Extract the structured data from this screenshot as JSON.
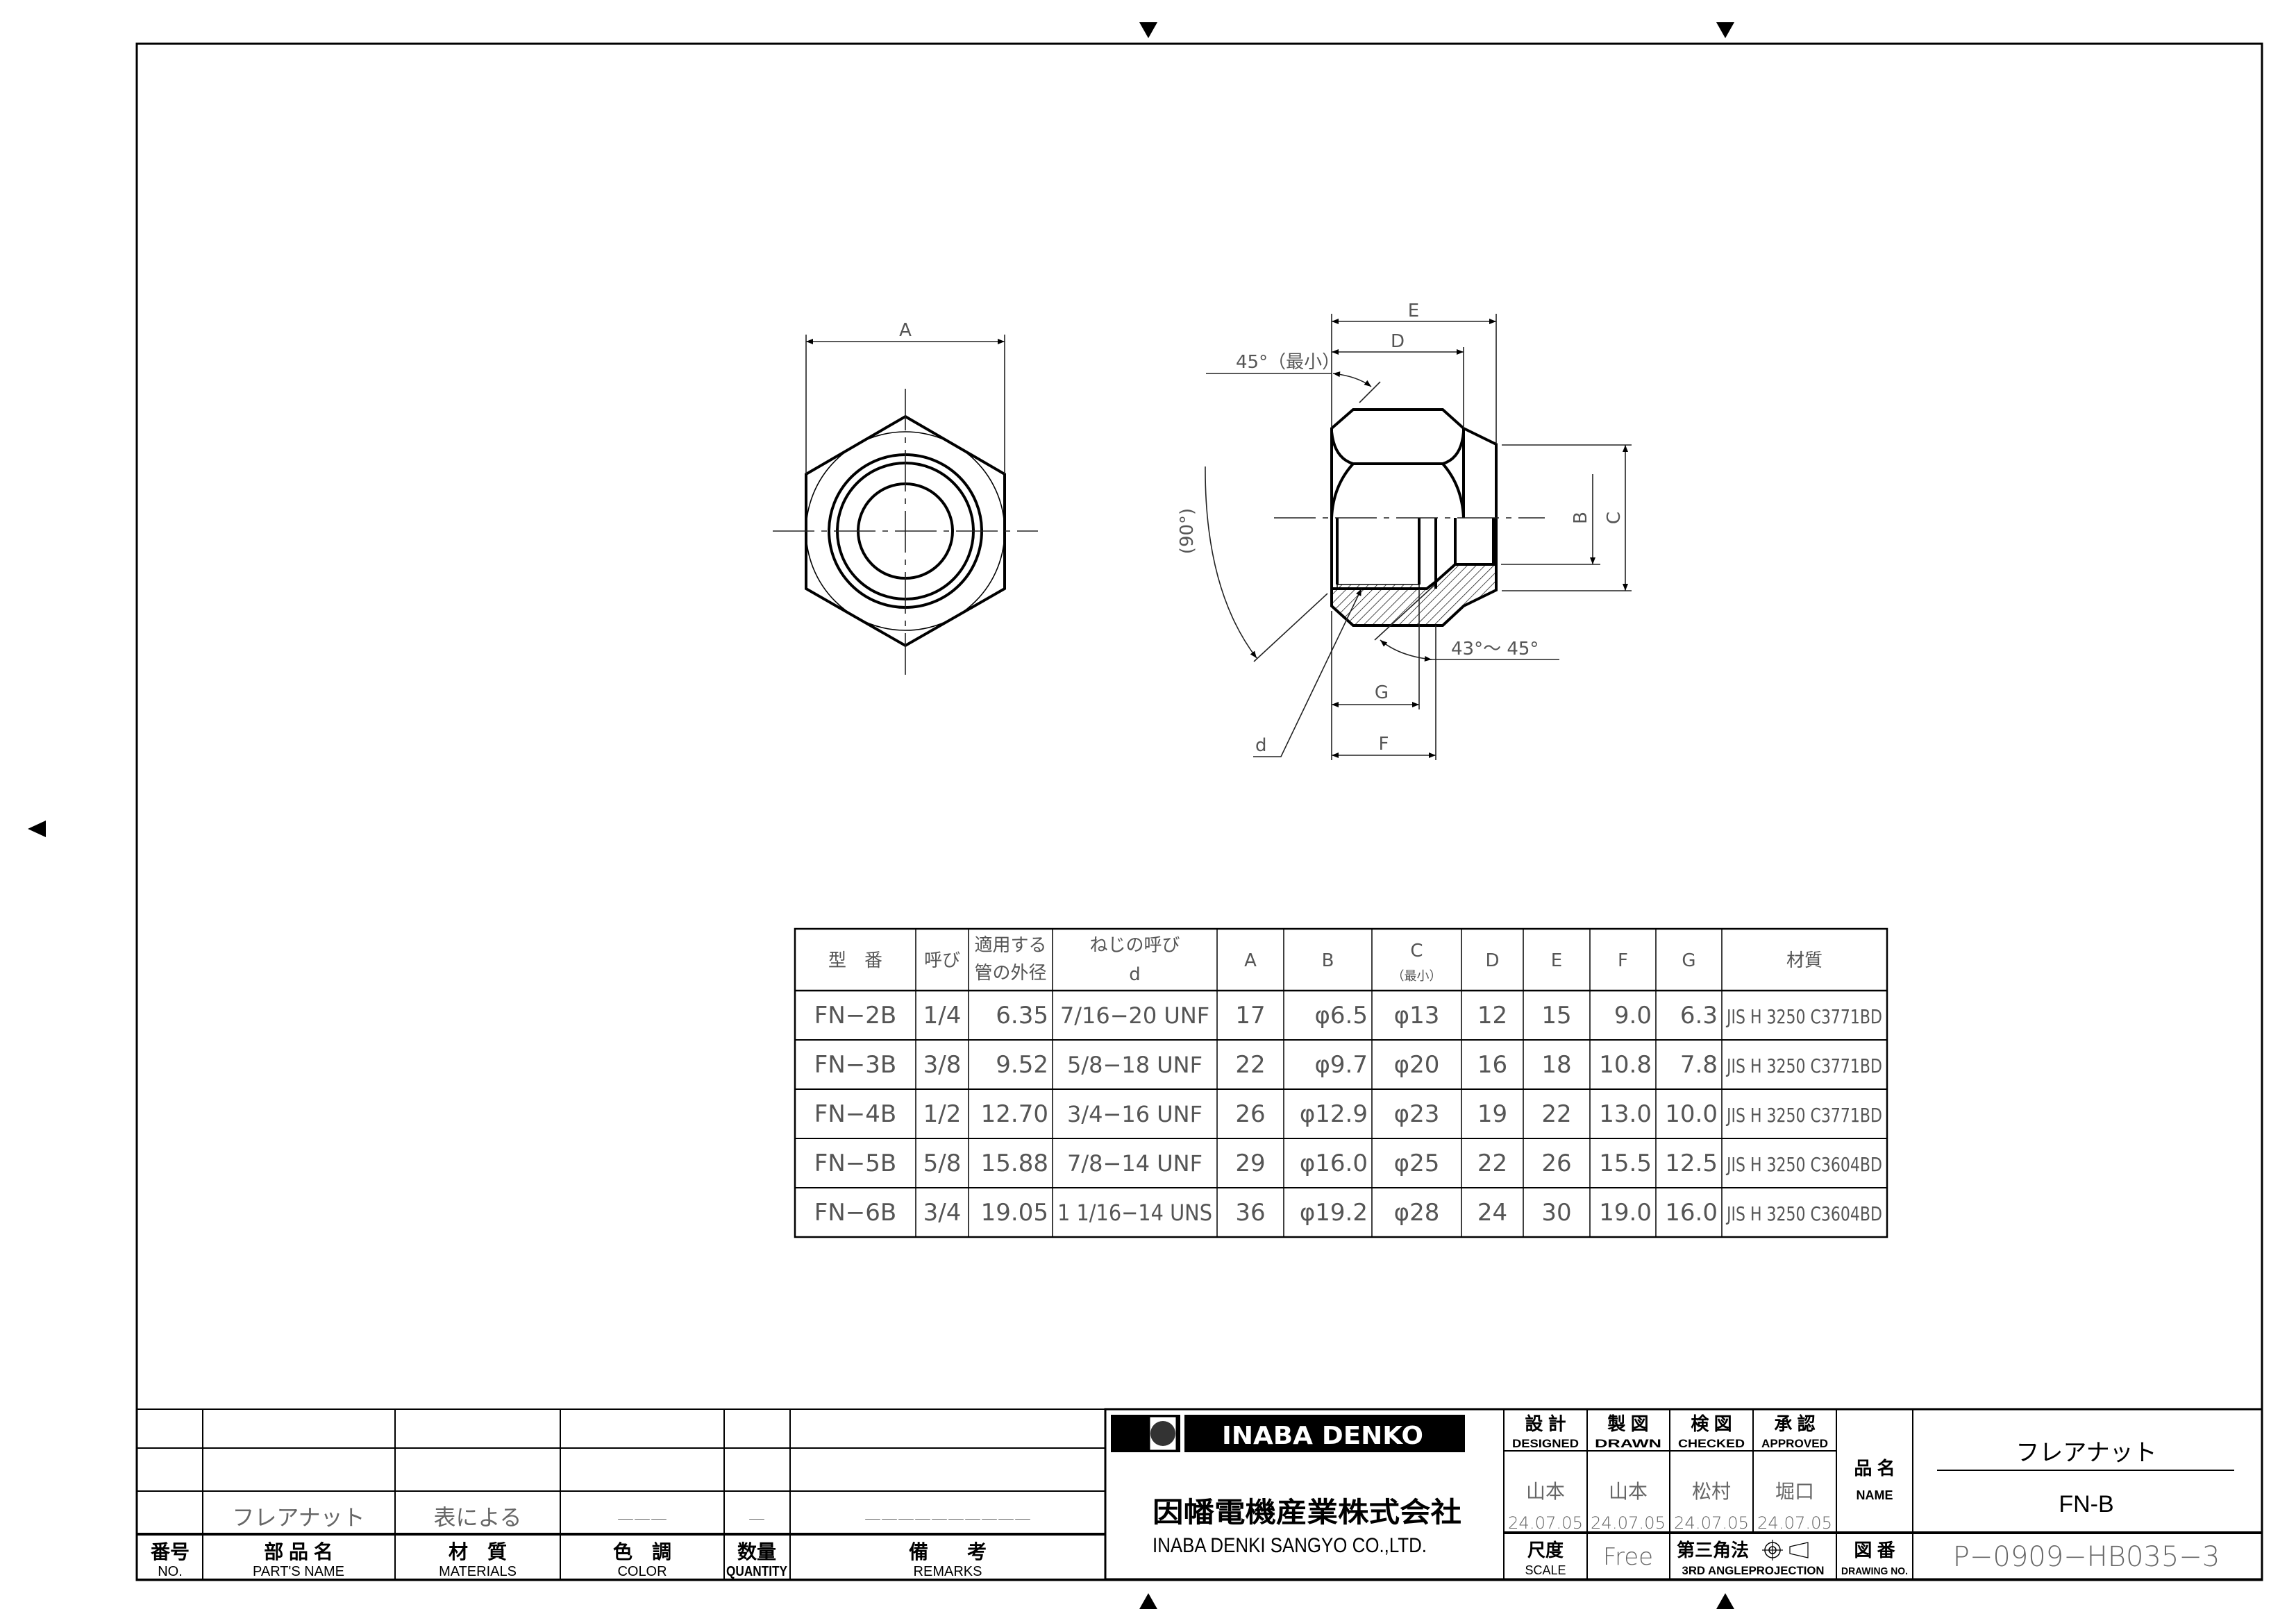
{
  "drawing": {
    "labels": {
      "A": "A",
      "B": "B",
      "C": "C",
      "D": "D",
      "E": "E",
      "F": "F",
      "G": "G",
      "d": "d"
    },
    "angle_top": "45°（最小）",
    "angle_left": "(90°)",
    "angle_bottom": "43°～ 45°"
  },
  "table": {
    "headers": {
      "model": "型　番",
      "nominal": "呼び",
      "pipe_od_1": "適用する",
      "pipe_od_2": "管の外径",
      "thread_1": "ねじの呼び",
      "thread_2": "d",
      "A": "A",
      "B": "B",
      "C": "C",
      "C_note": "（最小）",
      "D": "D",
      "E": "E",
      "F": "F",
      "G": "G",
      "material": "材質"
    },
    "rows": [
      [
        "FN−2B",
        "1/4",
        "6.35",
        "7/16−20 UNF",
        "17",
        "φ6.5",
        "φ13",
        "12",
        "15",
        "9.0",
        "6.3",
        "JIS H 3250 C3771BD"
      ],
      [
        "FN−3B",
        "3/8",
        "9.52",
        "5/8−18 UNF",
        "22",
        "φ9.7",
        "φ20",
        "16",
        "18",
        "10.8",
        "7.8",
        "JIS H 3250 C3771BD"
      ],
      [
        "FN−4B",
        "1/2",
        "12.70",
        "3/4−16 UNF",
        "26",
        "φ12.9",
        "φ23",
        "19",
        "22",
        "13.0",
        "10.0",
        "JIS H 3250 C3771BD"
      ],
      [
        "FN−5B",
        "5/8",
        "15.88",
        "7/8−14 UNF",
        "29",
        "φ16.0",
        "φ25",
        "22",
        "26",
        "15.5",
        "12.5",
        "JIS H 3250 C3604BD"
      ],
      [
        "FN−6B",
        "3/4",
        "19.05",
        "1 1/16−14 UNS",
        "36",
        "φ19.2",
        "φ28",
        "24",
        "30",
        "19.0",
        "16.0",
        "JIS H 3250 C3604BD"
      ]
    ]
  },
  "parts_list": {
    "headers": [
      {
        "jp": "番号",
        "en": "NO."
      },
      {
        "jp": "部 品 名",
        "en": "PART'S NAME"
      },
      {
        "jp": "材　質",
        "en": "MATERIALS"
      },
      {
        "jp": "色　調",
        "en": "COLOR"
      },
      {
        "jp": "数量",
        "en": "QUANTITY"
      },
      {
        "jp": "備　　考",
        "en": "REMARKS"
      }
    ],
    "row": {
      "no": "",
      "name": "フレアナット",
      "material": "表による",
      "color": "———",
      "quantity": "—",
      "remarks": "——————————"
    }
  },
  "title_block": {
    "logo_text": "INABA DENKO",
    "company_jp": "因幡電機産業株式会社",
    "company_en": "INABA DENKI SANGYO CO.,LTD.",
    "roles": [
      {
        "jp": "設 計",
        "en": "DESIGNED",
        "name": "山本",
        "date": "24.07.05"
      },
      {
        "jp": "製 図",
        "en": "DRAWN",
        "name": "山本",
        "date": "24.07.05"
      },
      {
        "jp": "検 図",
        "en": "CHECKED",
        "name": "松村",
        "date": "24.07.05"
      },
      {
        "jp": "承 認",
        "en": "APPROVED",
        "name": "堀口",
        "date": "24.07.05"
      }
    ],
    "name_label_jp": "品 名",
    "name_label_en": "NAME",
    "product_name": "フレアナット",
    "product_model": "FN-B",
    "scale_label_jp": "尺度",
    "scale_label_en": "SCALE",
    "scale_value": "Free",
    "projection_jp": "第三角法",
    "projection_en": "3RD ANGLEPROJECTION",
    "drawing_no_label_jp": "図 番",
    "drawing_no_label_en": "DRAWING NO.",
    "drawing_no": "P−0909−HB035−3"
  }
}
